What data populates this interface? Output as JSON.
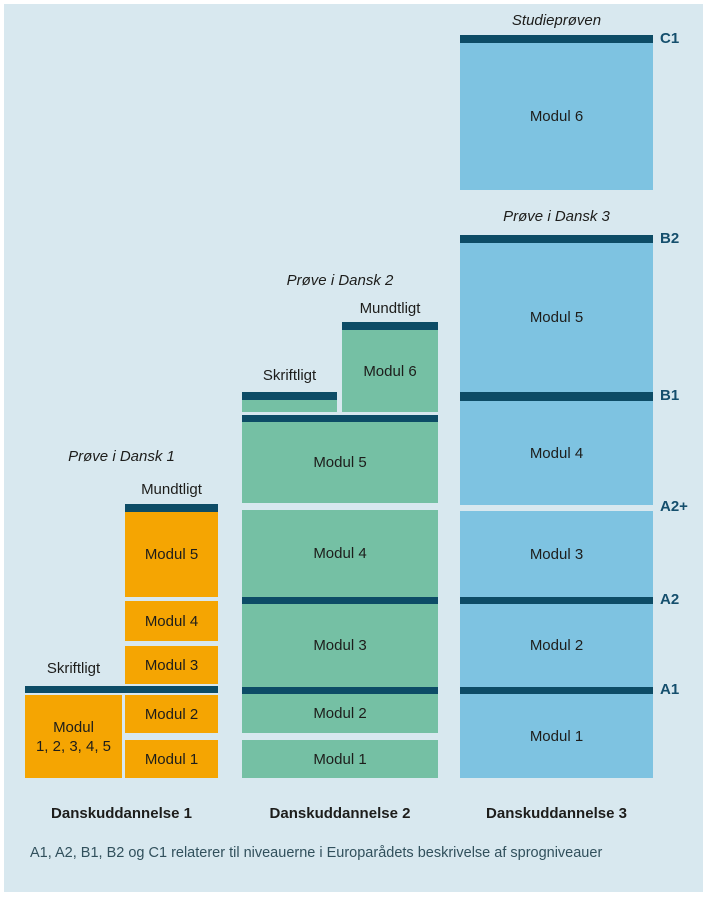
{
  "diagram": {
    "levels": {
      "c1": "C1",
      "b2": "B2",
      "b1": "B1",
      "a2plus": "A2+",
      "a2": "A2",
      "a1": "A1"
    },
    "columns": [
      {
        "title": "Danskuddannelse 1",
        "exam_title": "Prøve i Dansk 1",
        "oral_label": "Mundtligt",
        "written_label": "Skriftligt",
        "color": "#f5a502",
        "modules": {
          "m5": "Modul 5",
          "m4": "Modul 4",
          "m3": "Modul 3",
          "m2": "Modul 2",
          "m1": "Modul 1",
          "combined_line1": "Modul",
          "combined_line2": "1, 2, 3, 4, 5"
        }
      },
      {
        "title": "Danskuddannelse 2",
        "exam_title": "Prøve i Dansk 2",
        "oral_label": "Mundtligt",
        "written_label": "Skriftligt",
        "color": "#75c0a4",
        "modules": {
          "m6": "Modul 6",
          "m5": "Modul 5",
          "m4": "Modul 4",
          "m3": "Modul 3",
          "m2": "Modul 2",
          "m1": "Modul 1"
        }
      },
      {
        "title": "Danskuddannelse 3",
        "top_exam_title": "Studieprøven",
        "exam_title": "Prøve i Dansk 3",
        "color": "#7ec3e1",
        "modules": {
          "m6": "Modul 6",
          "m5": "Modul 5",
          "m4": "Modul 4",
          "m3": "Modul 3",
          "m2": "Modul 2",
          "m1": "Modul 1"
        }
      }
    ],
    "footer_note": "A1, A2, B1, B2 og C1 relaterer til niveauerne i Europarådets beskrivelse af sprogniveauer",
    "palette": {
      "background": "#d8e8ef",
      "level_bar": "#0d4c66",
      "level_label": "#154f6d"
    }
  }
}
